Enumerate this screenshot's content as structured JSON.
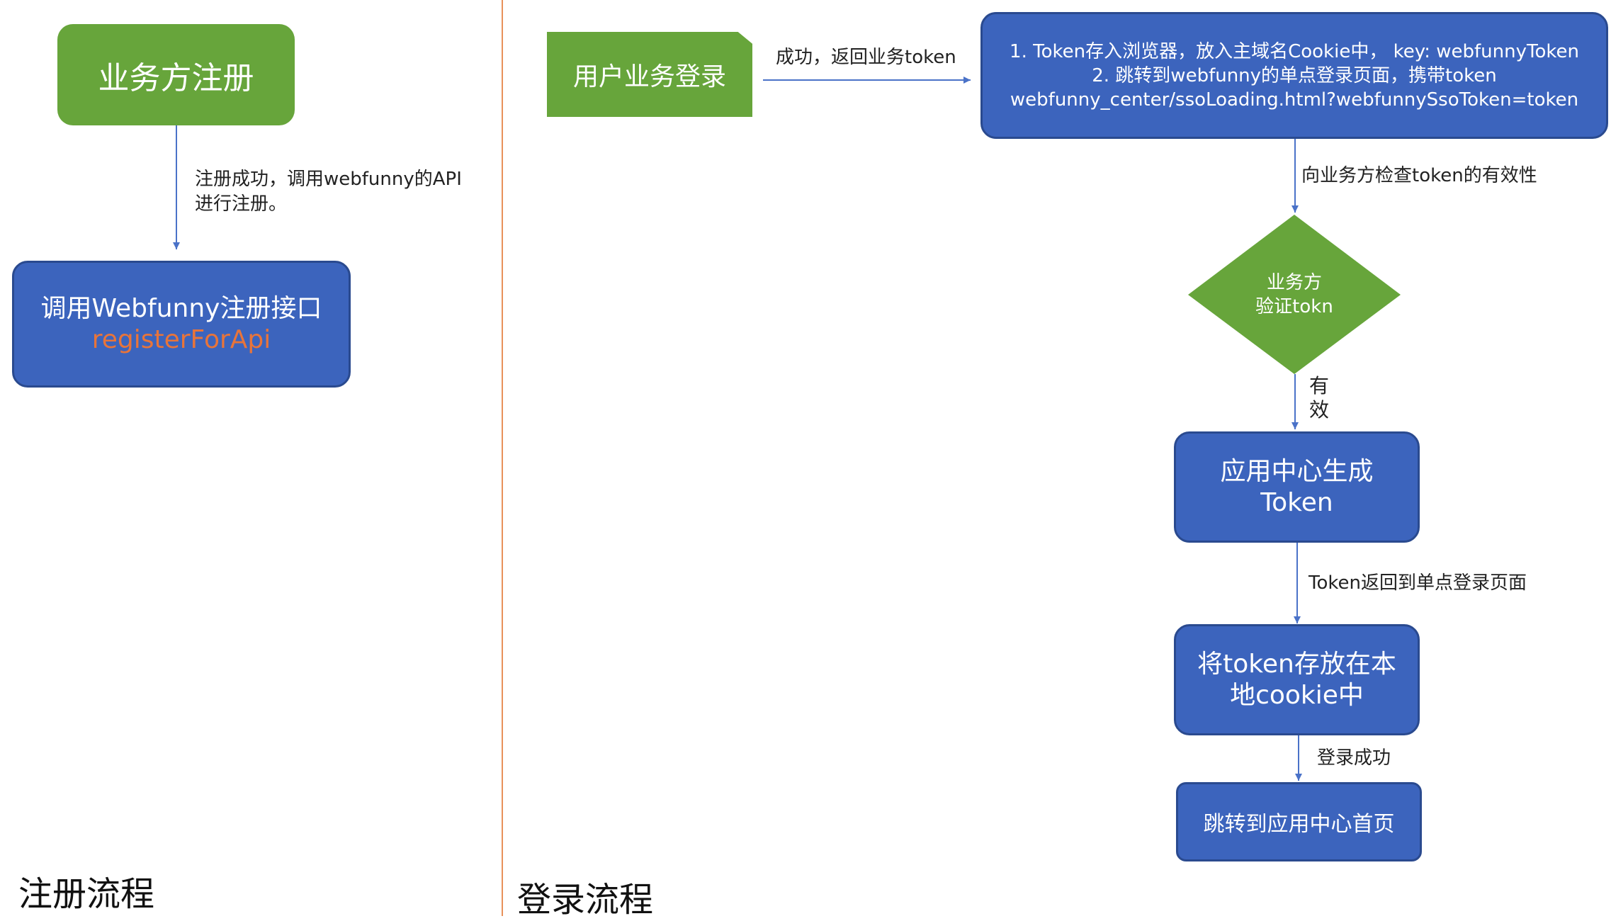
{
  "sections": {
    "register_title": "注册流程",
    "login_title": "登录流程"
  },
  "register": {
    "start_node": "业务方注册",
    "edge_label_line1": "注册成功，调用webfunny的API",
    "edge_label_line2": "进行注册。",
    "api_node_line1": "调用Webfunny注册接口",
    "api_node_line2": "registerForApi"
  },
  "login": {
    "start_node": "用户业务登录",
    "edge_success": "成功，返回业务token",
    "info_line1": "1.   Token存入浏览器，放入主域名Cookie中，  key: webfunnyToken",
    "info_line2": "2.   跳转到webfunny的单点登录页面，携带token",
    "info_line3": "webfunny_center/ssoLoading.html?webfunnySsoToken=token",
    "edge_check": "向业务方检查token的有效性",
    "diamond_line1": "业务方",
    "diamond_line2": "验证tokn",
    "edge_valid_1": "有",
    "edge_valid_2": "效",
    "gen_line1": "应用中心生成",
    "gen_line2": "Token",
    "edge_return": "Token返回到单点登录页面",
    "store_line1": "将token存放在本",
    "store_line2": "地cookie中",
    "edge_login_ok": "登录成功",
    "final_node": "跳转到应用中心首页"
  },
  "colors": {
    "green": "#67a53b",
    "blue": "#3c64bd",
    "blue_border": "#2a4a8f",
    "arrow": "#4a72c8",
    "divider": "#e8915a",
    "highlight": "#e8743a"
  }
}
